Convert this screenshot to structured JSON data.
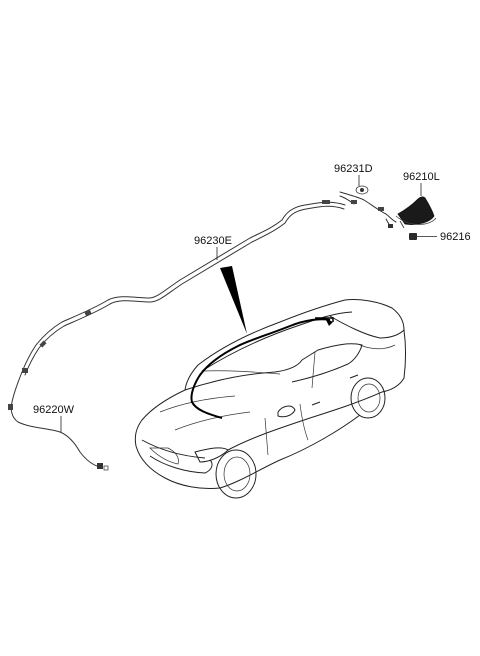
{
  "parts": {
    "roof_feeder": "96231D",
    "antenna_assy": "96210L",
    "screw": "96216",
    "main_feeder": "96230E",
    "extension_feeder": "96220W"
  }
}
